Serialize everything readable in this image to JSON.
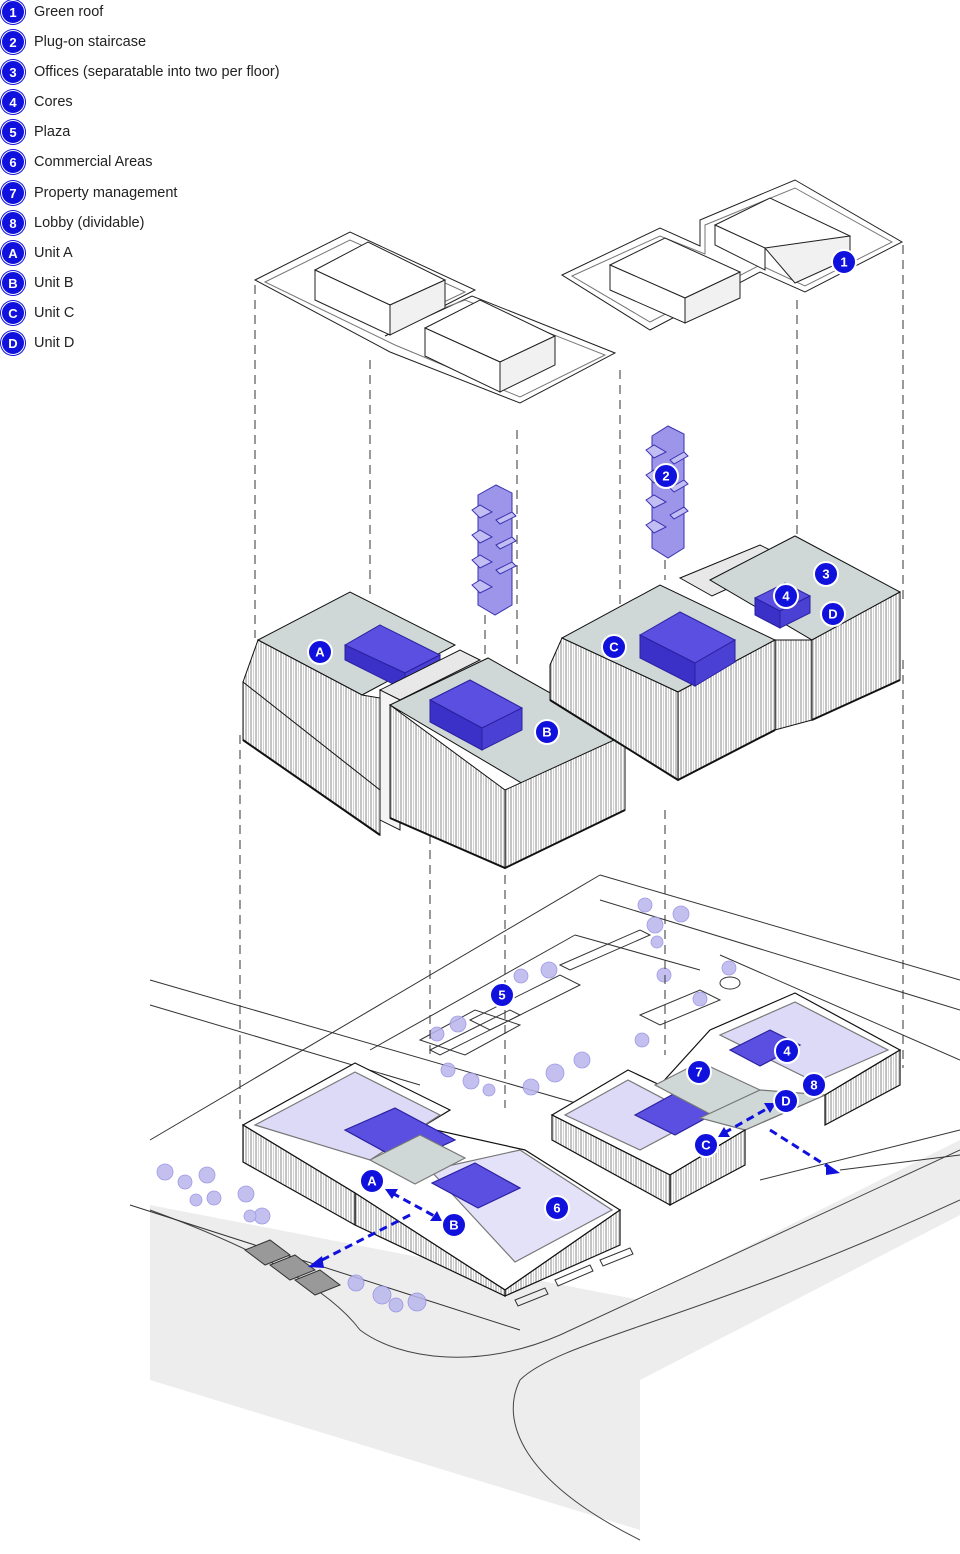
{
  "legend": [
    {
      "key": "1",
      "label": "Green roof"
    },
    {
      "key": "2",
      "label": "Plug-on staircase"
    },
    {
      "key": "3",
      "label": "Offices (separatable into two per floor)"
    },
    {
      "key": "4",
      "label": "Cores"
    },
    {
      "key": "5",
      "label": "Plaza"
    },
    {
      "key": "6",
      "label": "Commercial Areas"
    },
    {
      "key": "7",
      "label": "Property management"
    },
    {
      "key": "8",
      "label": "Lobby (dividable)"
    },
    {
      "key": "A",
      "label": "Unit A"
    },
    {
      "key": "B",
      "label": "Unit B"
    },
    {
      "key": "C",
      "label": "Unit C"
    },
    {
      "key": "D",
      "label": "Unit D"
    }
  ],
  "markers": {
    "roof": "1",
    "staircase": "2",
    "offices": "3",
    "cores_upper": "4",
    "unit_a_upper": "A",
    "unit_b_upper": "B",
    "unit_c_upper": "C",
    "unit_d_upper": "D",
    "plaza": "5",
    "commercial": "6",
    "property_mgmt": "7",
    "cores_ground": "4",
    "lobby": "8",
    "unit_a_ground": "A",
    "unit_b_ground": "B",
    "unit_c_ground": "C",
    "unit_d_ground": "D"
  },
  "colors": {
    "accent": "#1111dd",
    "core_fill": "#5a4fe0",
    "tint_fill": "#d9d7f5",
    "slab_fill": "#cfd8d6",
    "line": "#111111"
  }
}
